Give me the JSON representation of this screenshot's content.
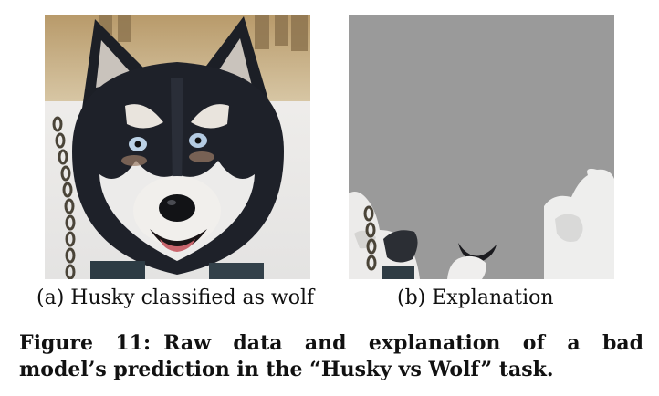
{
  "panel_a": {
    "subcaption": "(a) Husky classified as wolf"
  },
  "panel_b": {
    "subcaption": "(b) Explanation",
    "mask_color": "#9a9a9a"
  },
  "caption": {
    "label": "Figure 11:",
    "line1": "Raw data and explanation of a bad",
    "line2": "model’s prediction in the “Husky vs Wolf” task."
  }
}
